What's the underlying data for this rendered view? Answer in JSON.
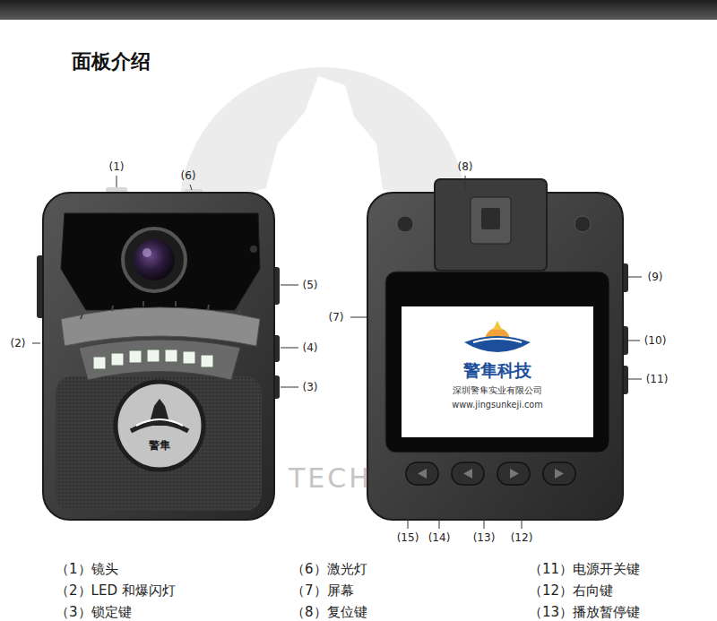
{
  "diagram": {
    "title": "面板介绍",
    "nodes": [
      {
        "text": [
          "警隼"
        ]
      },
      {
        "text": [
          "警隼科技",
          "深圳警隼实业有限公司",
          "www.jingsunkeji.com"
        ]
      }
    ],
    "labels": [
      "(1)",
      "(6)",
      "(8)",
      "(5)",
      "(9)",
      "(7)",
      "(2)",
      "(4)",
      "(10)",
      "(3)",
      "(11)",
      "TECH",
      "(15)",
      "(14)",
      "(13)",
      "(12)",
      "（1）镜头",
      "（6）激光灯",
      "（11）电源开关键",
      "（2）LED 和爆闪灯",
      "（7）屏幕",
      "（12）右向键",
      "（3）锁定键",
      "（8）复位键",
      "（13）播放暂停键"
    ]
  }
}
